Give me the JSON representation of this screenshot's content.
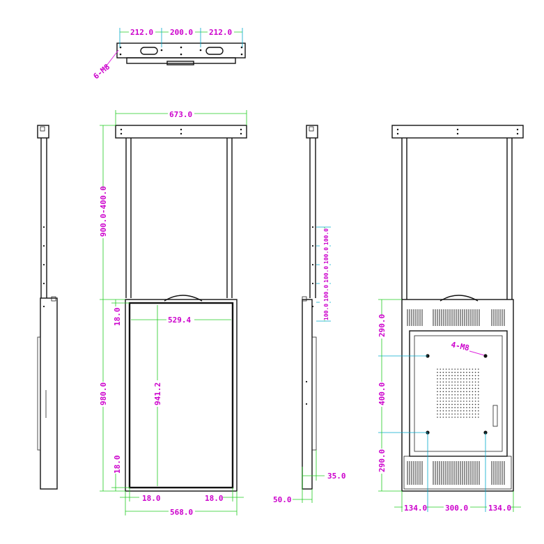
{
  "title": "",
  "colors": {
    "outline": "#111111",
    "dimension": "#22cc22",
    "text": "#cc00cc",
    "centerline": "#00aacc"
  },
  "top_view": {
    "dim_left": "212.0",
    "dim_mid": "200.0",
    "dim_right": "212.0",
    "holes": "6-M8"
  },
  "front_view": {
    "width_top": "673.0",
    "height_upper": "900.0-400.0",
    "height_lower": "980.0",
    "inner_width": "529.4",
    "inner_height": "941.2",
    "margin_top": "18.0",
    "margin_bottom": "18.0",
    "margin_left": "18.0",
    "margin_right": "18.0",
    "overall_width": "568.0"
  },
  "side_view": {
    "pitch_1": "100.0",
    "pitch_2": "100.0",
    "pitch_3": "100.0",
    "pitch_4": "100.0",
    "pitch_5": "100.0",
    "depth": "35.0",
    "foot": "50.0"
  },
  "rear_view": {
    "top": "290.0",
    "middle": "400.0",
    "bottom": "290.0",
    "left": "134.0",
    "center": "300.0",
    "right": "134.0",
    "holes": "4-M8"
  }
}
